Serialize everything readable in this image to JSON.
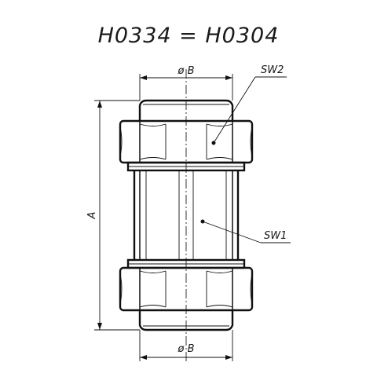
{
  "title": "H0334  =  H0304",
  "dimensions": {
    "top_diameter": "ø B",
    "bottom_diameter": "ø B",
    "overall_length": "A"
  },
  "callouts": {
    "nut": "SW2",
    "body": "SW1"
  }
}
